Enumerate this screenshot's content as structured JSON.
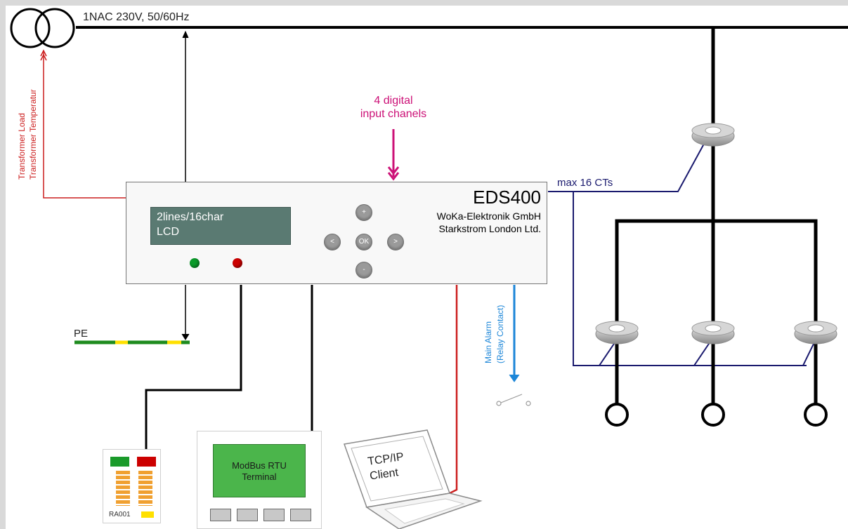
{
  "supply": {
    "label": "1NAC 230V, 50/60Hz"
  },
  "transformer": {
    "load_label": "Transformer Load",
    "temp_label": "Transformer Temperatur"
  },
  "digital_inputs": {
    "line1": "4 digital",
    "line2": "input chanels"
  },
  "device": {
    "name": "EDS400",
    "maker1": "WoKa-Elektronik GmbH",
    "maker2": "Starkstrom London Ltd.",
    "lcd_line1": "2lines/16char",
    "lcd_line2": "LCD",
    "buttons": {
      "up": "+",
      "left": "<",
      "ok": "OK",
      "right": ">",
      "down": "-"
    },
    "led_colors": {
      "green": "#0a9a2a",
      "red": "#cc0000"
    }
  },
  "ct": {
    "label": "max 16 CTs"
  },
  "pe": {
    "label": "PE"
  },
  "alarm": {
    "line1": "Main Alarm",
    "line2": "(Relay Contact)"
  },
  "modbus": {
    "line1": "ModBus RTU",
    "line2": "Terminal"
  },
  "tcp": {
    "line1": "TCP/IP",
    "line2": "Client"
  },
  "ra": {
    "label": "RA001"
  },
  "colors": {
    "red_line": "#cc1f1f",
    "magenta": "#cc1177",
    "navy": "#1a1a6e",
    "blue": "#1c86d8",
    "pe_green": "#1e8b1e",
    "pe_yellow": "#ffe000",
    "lcd_bg": "#5a7a72",
    "modbus_bg": "#4bb54b"
  }
}
